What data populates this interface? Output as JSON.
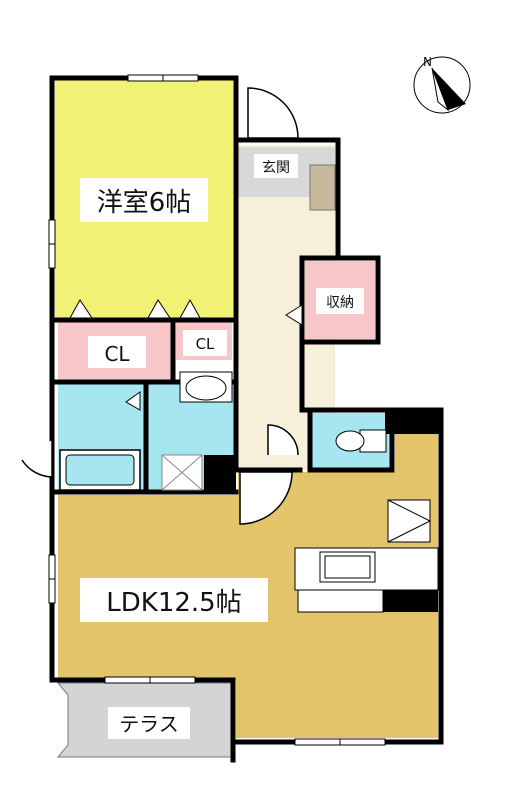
{
  "floorplan": {
    "rooms": {
      "western_room": "洋室6帖",
      "ldk": "LDK12.5帖",
      "entrance": "玄関",
      "storage": "収納",
      "closet_large": "CL",
      "closet_small": "CL",
      "terrace": "テラス"
    },
    "compass": {
      "north_label": "N"
    },
    "colors": {
      "western_room": "#f1f176",
      "ldk": "#e4c46a",
      "hall": "#f6f0da",
      "entrance": "#d8d8d8",
      "storage": "#f7c6c9",
      "closet": "#f7c6c9",
      "wet_area": "#a6e6f0",
      "terrace": "#d4d4d4",
      "wall": "#000000"
    }
  }
}
